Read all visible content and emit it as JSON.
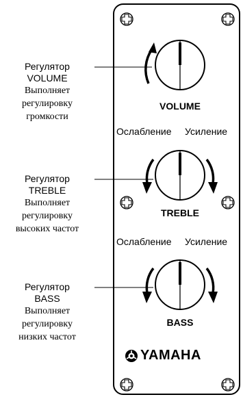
{
  "controls": [
    {
      "id": "volume",
      "callout_title": [
        "Регулятор",
        "VOLUME"
      ],
      "callout_desc": [
        "Выполняет",
        "регулировку",
        "громкости"
      ],
      "knob_label": "VOLUME"
    },
    {
      "id": "treble",
      "callout_title": [
        "Регулятор",
        "TREBLE"
      ],
      "callout_desc": [
        "Выполняет",
        "регулировку",
        "высоких частот"
      ],
      "knob_label": "TREBLE",
      "range_left": "Ослабление",
      "range_right": "Усиление"
    },
    {
      "id": "bass",
      "callout_title": [
        "Регулятор",
        "BASS"
      ],
      "callout_desc": [
        "Выполняет",
        "регулировку",
        "низких частот"
      ],
      "knob_label": "BASS",
      "range_left": "Ослабление",
      "range_right": "Усиление"
    }
  ],
  "brand": "YAMAHA",
  "icons": [
    "screw-icon",
    "arc-arrow-icon",
    "knob-icon",
    "yamaha-logo-icon"
  ]
}
